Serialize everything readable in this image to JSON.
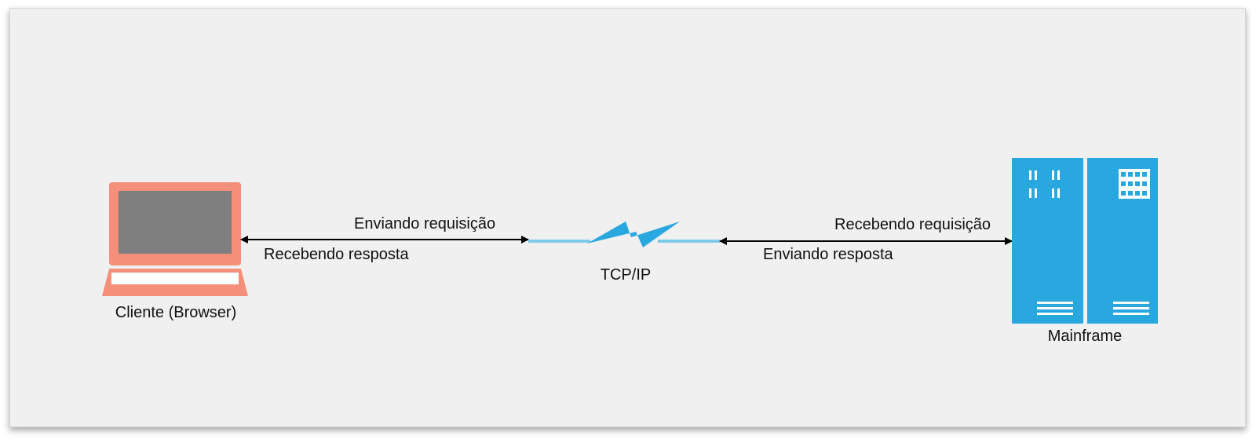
{
  "client": {
    "label": "Cliente (Browser)",
    "icon": "laptop-icon",
    "color": "#f4907a",
    "screen_color": "#7f7f7f"
  },
  "server": {
    "label": "Mainframe",
    "icon": "mainframe-server-icon",
    "color": "#29a8e0"
  },
  "network": {
    "label": "TCP/IP",
    "icon": "lightning-bolt-icon",
    "line_color": "#7ccbeb",
    "bolt_color": "#29a8e0"
  },
  "left_link": {
    "top_label": "Enviando requisição",
    "bottom_label": "Recebendo resposta"
  },
  "right_link": {
    "top_label": "Recebendo requisição",
    "bottom_label": "Enviando resposta"
  },
  "background_color": "#f0f0f0"
}
